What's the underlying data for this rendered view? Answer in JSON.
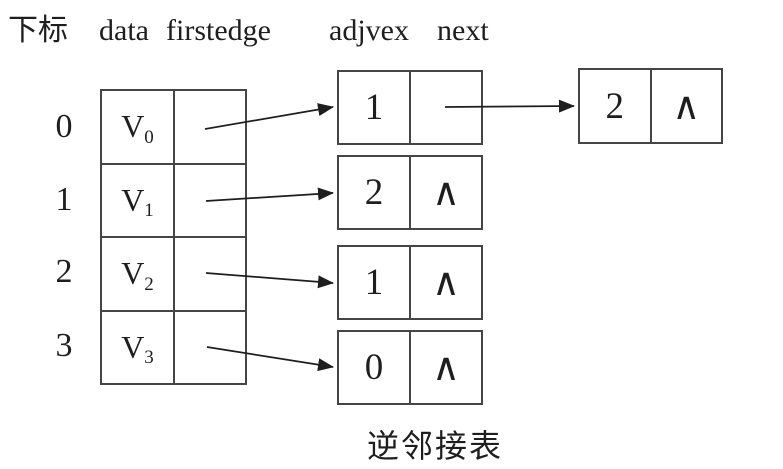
{
  "figure": {
    "background": "#ffffff",
    "ink_color": "#1e1e1e",
    "border_color": "#454545"
  },
  "header": {
    "index_label": "下标",
    "data_label": "data",
    "firstedge_label": "firstedge",
    "adjvex_label": "adjvex",
    "next_label": "next"
  },
  "vertex_table": {
    "rows": [
      {
        "index": "0",
        "data_base": "V",
        "data_sub": "0"
      },
      {
        "index": "1",
        "data_base": "V",
        "data_sub": "1"
      },
      {
        "index": "2",
        "data_base": "V",
        "data_sub": "2"
      },
      {
        "index": "3",
        "data_base": "V",
        "data_sub": "3"
      }
    ]
  },
  "edge_nodes": {
    "middle": [
      {
        "adjvex": "1",
        "next": ""
      },
      {
        "adjvex": "2",
        "next": "∧"
      },
      {
        "adjvex": "1",
        "next": "∧"
      },
      {
        "adjvex": "0",
        "next": "∧"
      }
    ],
    "right": {
      "adjvex": "2",
      "next": "∧"
    }
  },
  "caption": "逆邻接表"
}
